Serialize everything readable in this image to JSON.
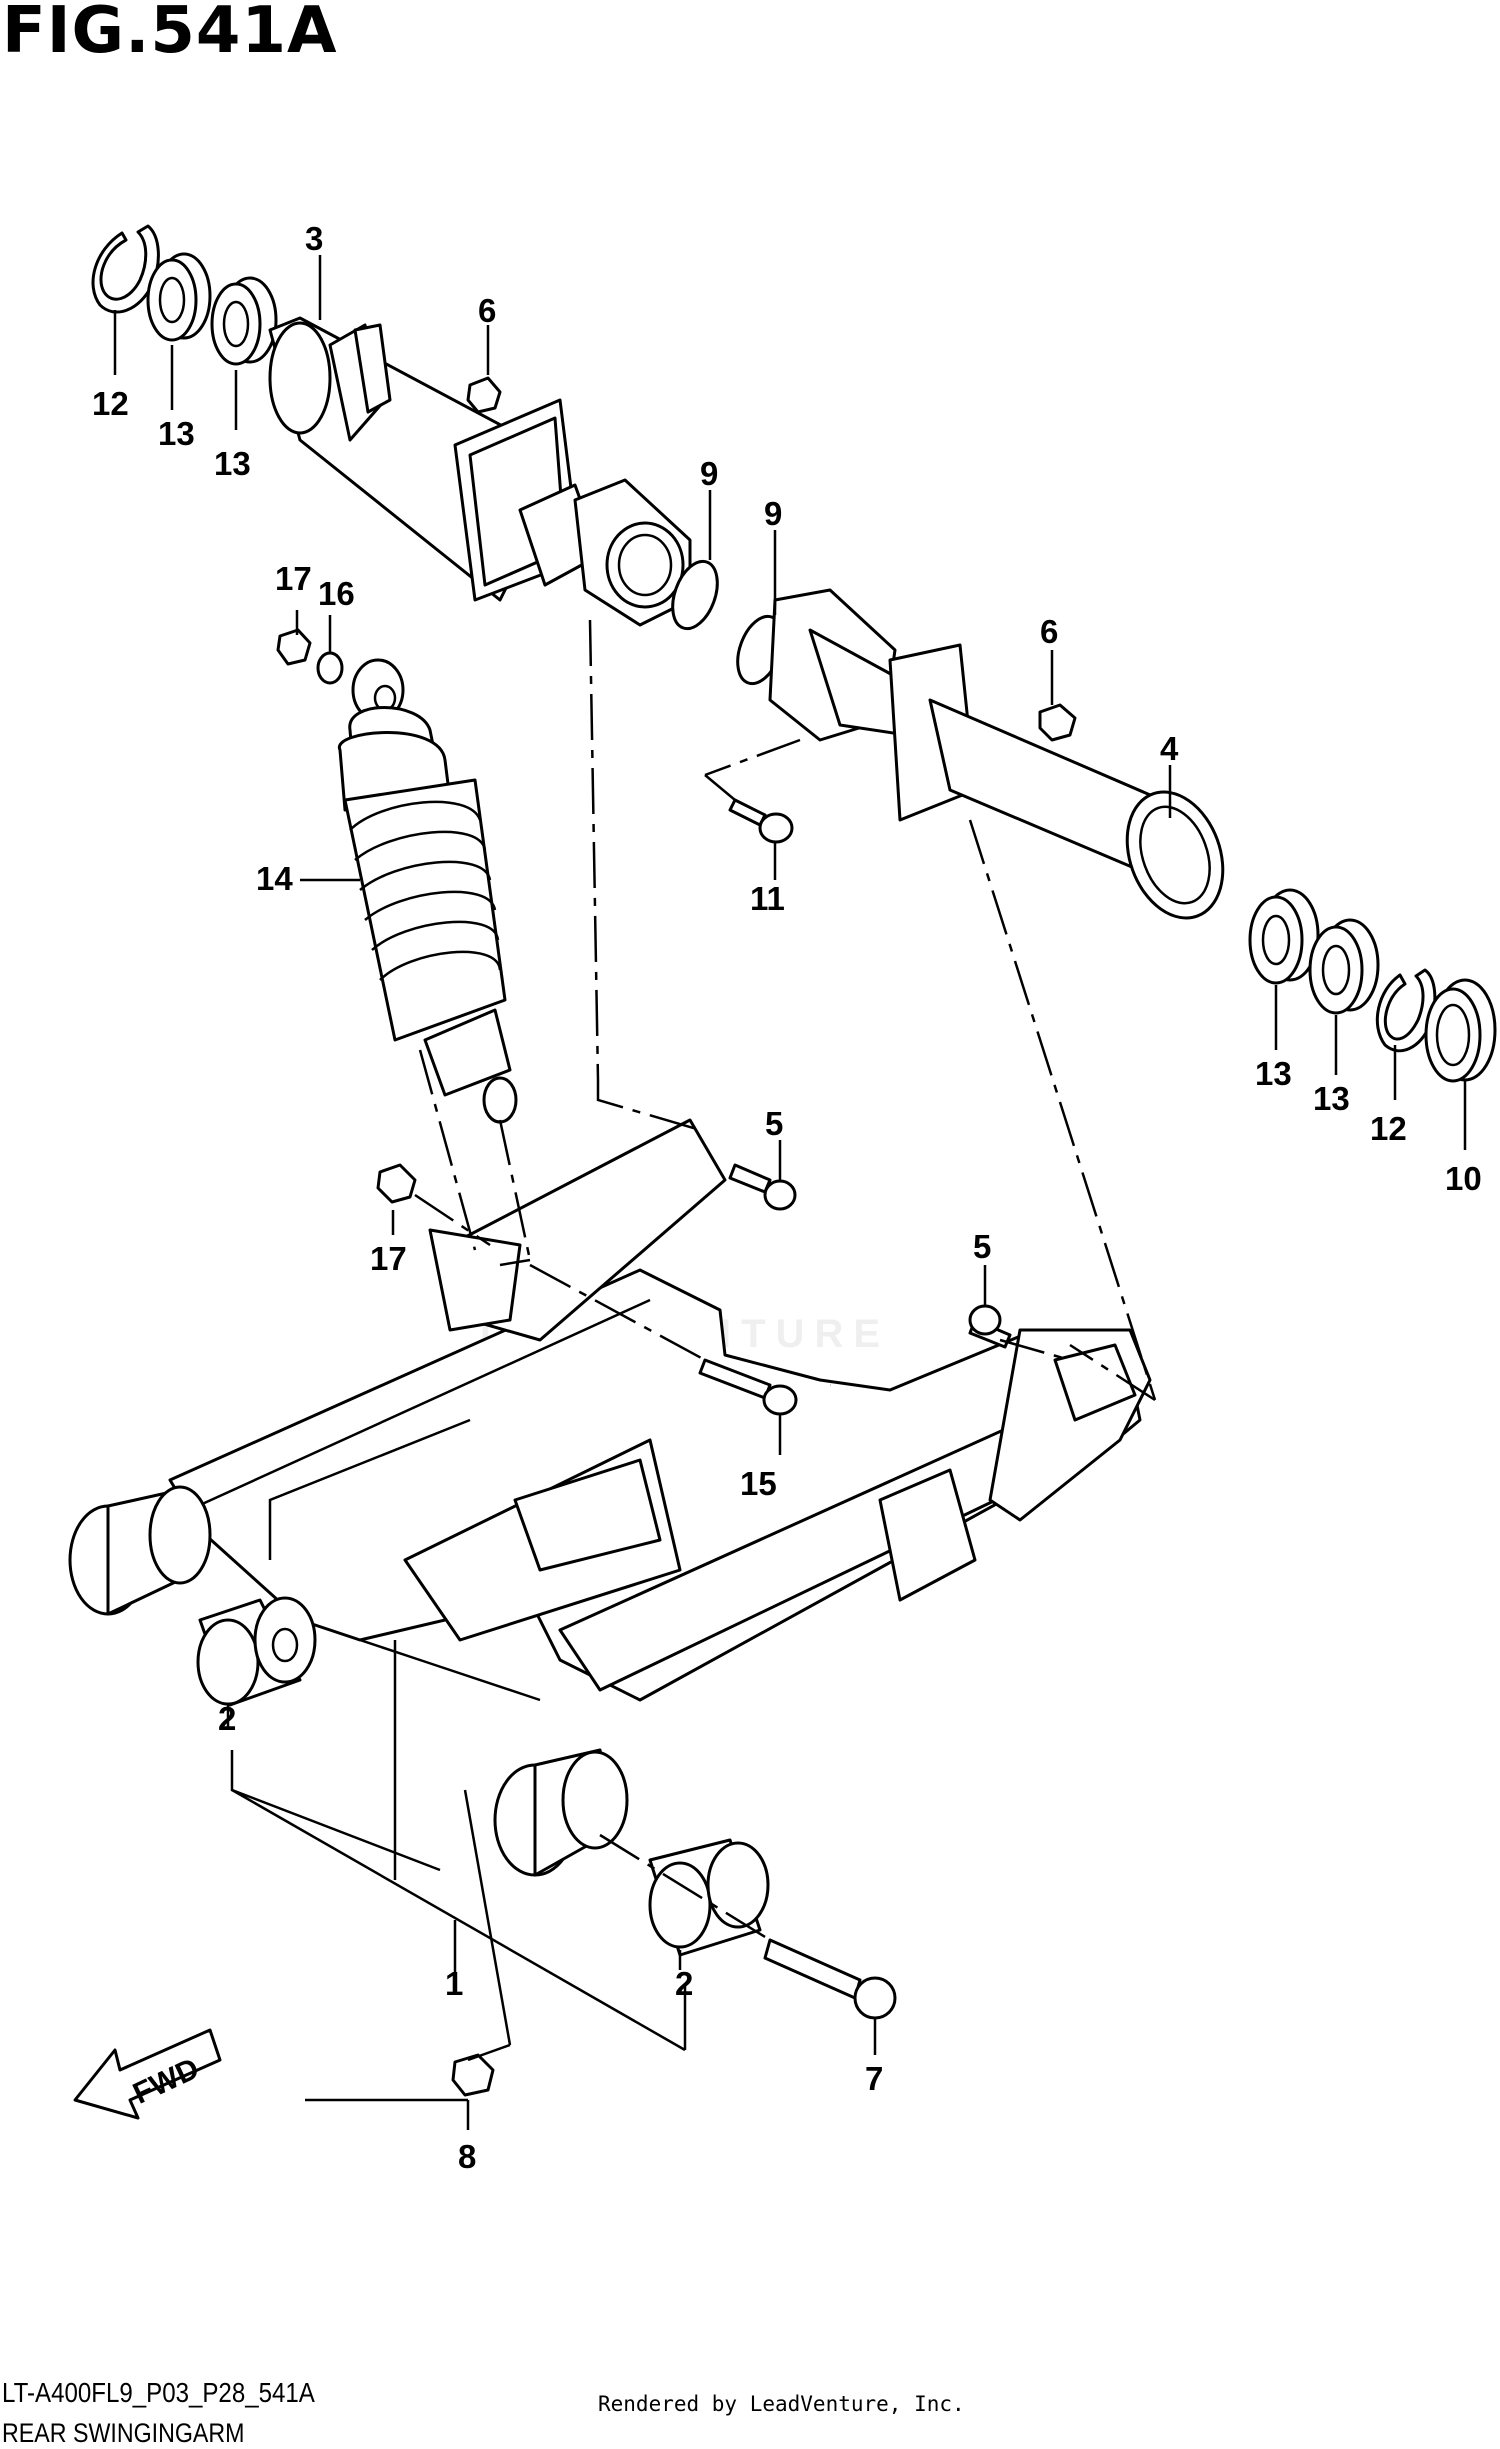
{
  "figure_title": "FIG.541A",
  "model_code": "LT-A400FL9_P03_P28_541A",
  "section_name": "REAR SWINGINGARM",
  "rendered_by": "Rendered by LeadVenture, Inc.",
  "watermark": "LEADVENTURE",
  "fwd_label": "FWD",
  "callouts": {
    "c1": "1",
    "c2a": "2",
    "c2b": "2",
    "c3": "3",
    "c4": "4",
    "c5a": "5",
    "c5b": "5",
    "c6a": "6",
    "c6b": "6",
    "c7": "7",
    "c8": "8",
    "c9a": "9",
    "c9b": "9",
    "c10": "10",
    "c11": "11",
    "c12a": "12",
    "c12b": "12",
    "c13a": "13",
    "c13b": "13",
    "c13c": "13",
    "c13d": "13",
    "c14": "14",
    "c15": "15",
    "c16": "16",
    "c17a": "17",
    "c17b": "17"
  }
}
